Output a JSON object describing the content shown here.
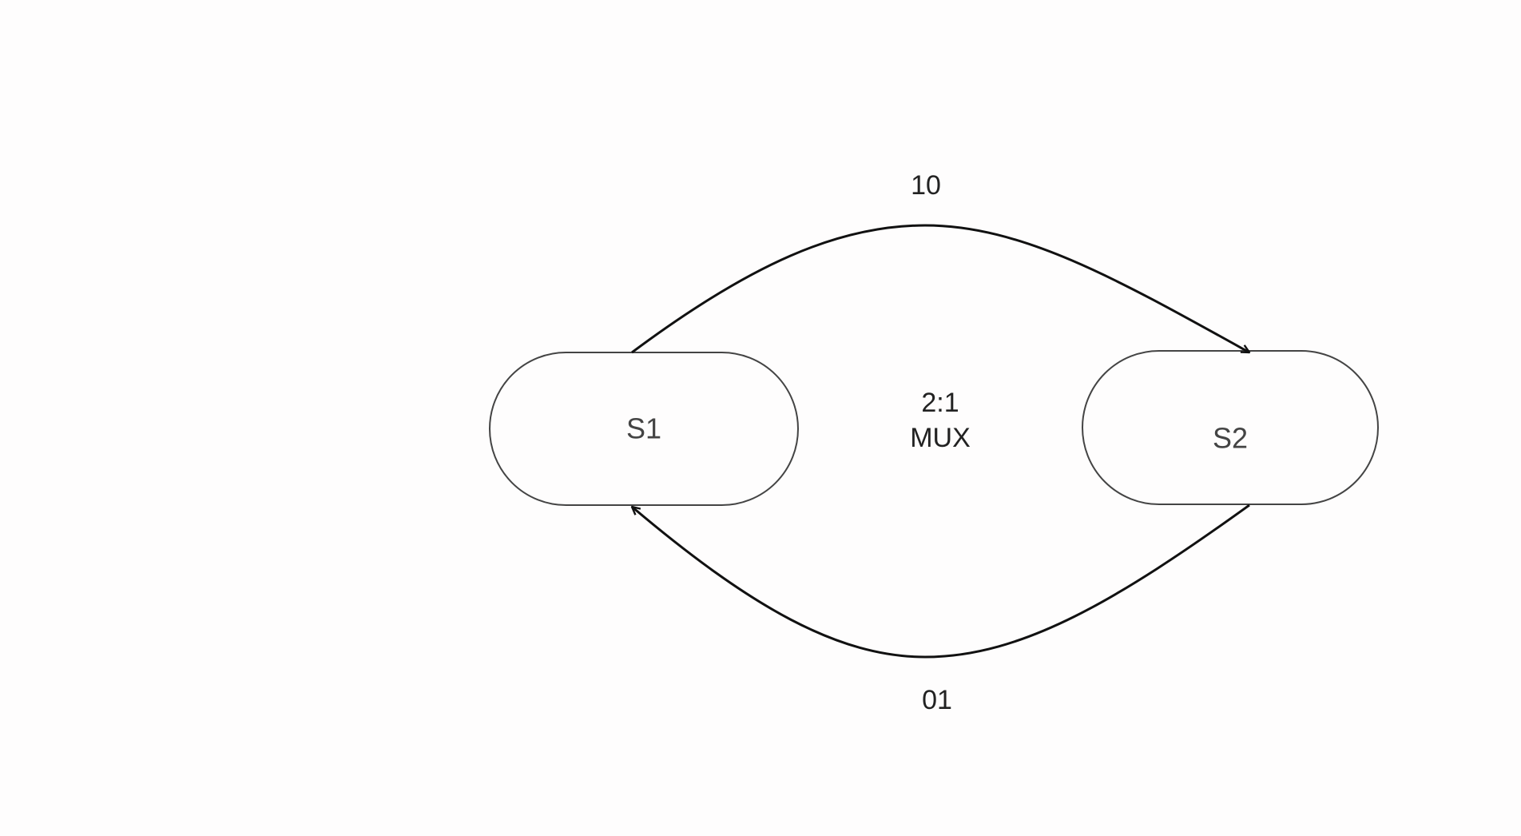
{
  "diagram": {
    "nodes": [
      {
        "id": "s1",
        "label": "S1"
      },
      {
        "id": "s2",
        "label": "S2"
      }
    ],
    "edges": [
      {
        "from": "s1",
        "to": "s2",
        "label": "10"
      },
      {
        "from": "s2",
        "to": "s1",
        "label": "01"
      }
    ],
    "center_text": [
      "2:1",
      "MUX"
    ]
  },
  "colors": {
    "background": "#fefdfd",
    "stroke": "#111111",
    "node_border": "#444444"
  }
}
